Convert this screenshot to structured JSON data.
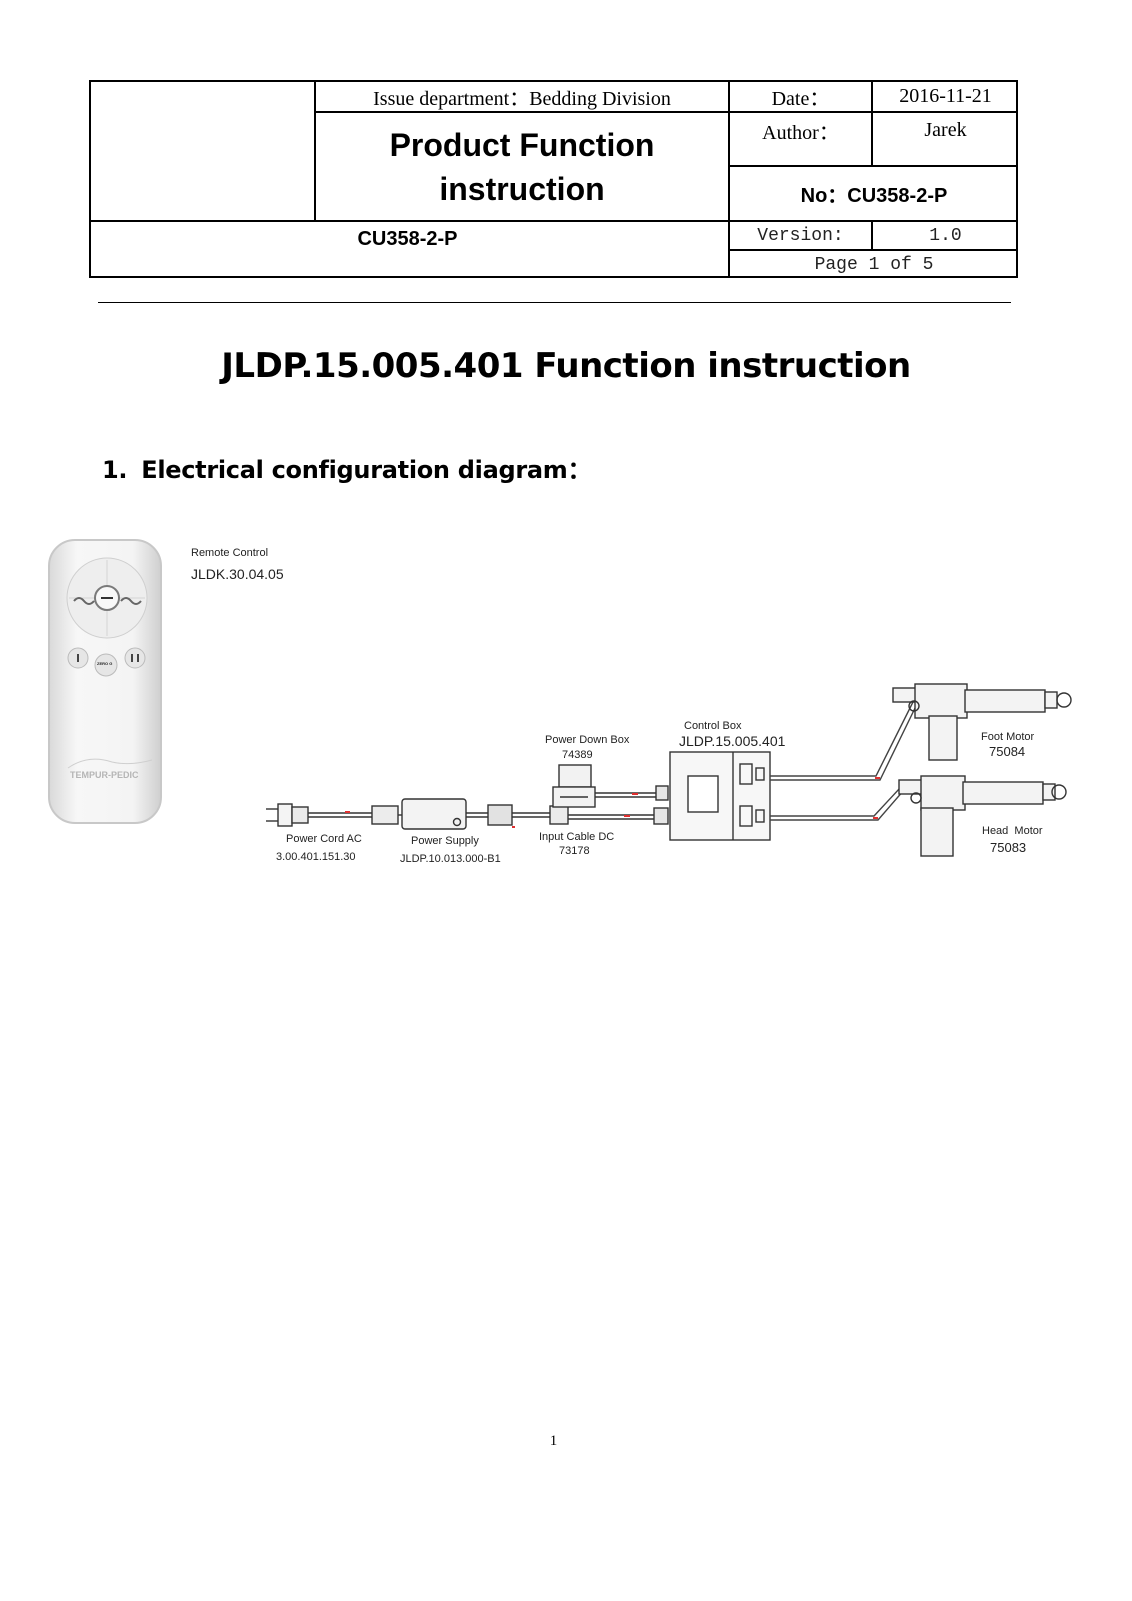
{
  "header": {
    "issue_department": "Issue department：Bedding Division",
    "date_label": "Date：",
    "date_value": "2016-11-21",
    "doc_type_line1": "Product Function",
    "doc_type_line2": "instruction",
    "author_label": "Author：",
    "author_value": "Jarek",
    "number": "No：CU358-2-P",
    "product_code": "CU358-2-P",
    "version_label": "Version:",
    "version_value": "1.0",
    "page_info": "Page 1 of 5"
  },
  "title": "JLDP.15.005.401 Function instruction",
  "section": {
    "number": "1.",
    "heading": "Electrical configuration diagram："
  },
  "diagram": {
    "remote_control": {
      "name": "Remote Control",
      "code": "JLDK.30.04.05",
      "brand": "TEMPUR-PEDIC",
      "button_text": "ZERO G"
    },
    "power_cord": {
      "name": "Power Cord AC",
      "code": "3.00.401.151.30"
    },
    "power_supply": {
      "name": "Power Supply",
      "code": "JLDP.10.013.000-B1"
    },
    "input_cable": {
      "name": "Input Cable DC",
      "code": "73178"
    },
    "power_down_box": {
      "name": "Power Down Box",
      "code": "74389"
    },
    "control_box": {
      "name": "Control Box",
      "code": "JLDP.15.005.401"
    },
    "foot_motor": {
      "name": "Foot Motor",
      "code": "75084"
    },
    "head_motor": {
      "name": "Head  Motor",
      "code": "75083"
    }
  },
  "page_number": "1"
}
